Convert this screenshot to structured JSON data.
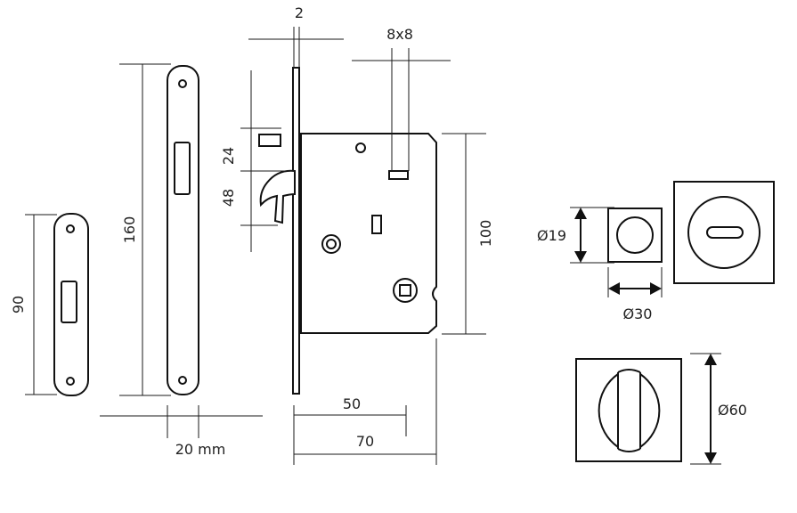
{
  "dimensions": {
    "gap_2": "2",
    "square_8x8": "8x8",
    "dist_24": "24",
    "dist_48": "48",
    "height_160": "160",
    "height_90": "90",
    "height_100": "100",
    "width_20mm": "20 mm",
    "backset_50": "50",
    "depth_70": "70",
    "dia_19": "Ø19",
    "dia_30": "Ø30",
    "dia_60": "Ø60"
  }
}
